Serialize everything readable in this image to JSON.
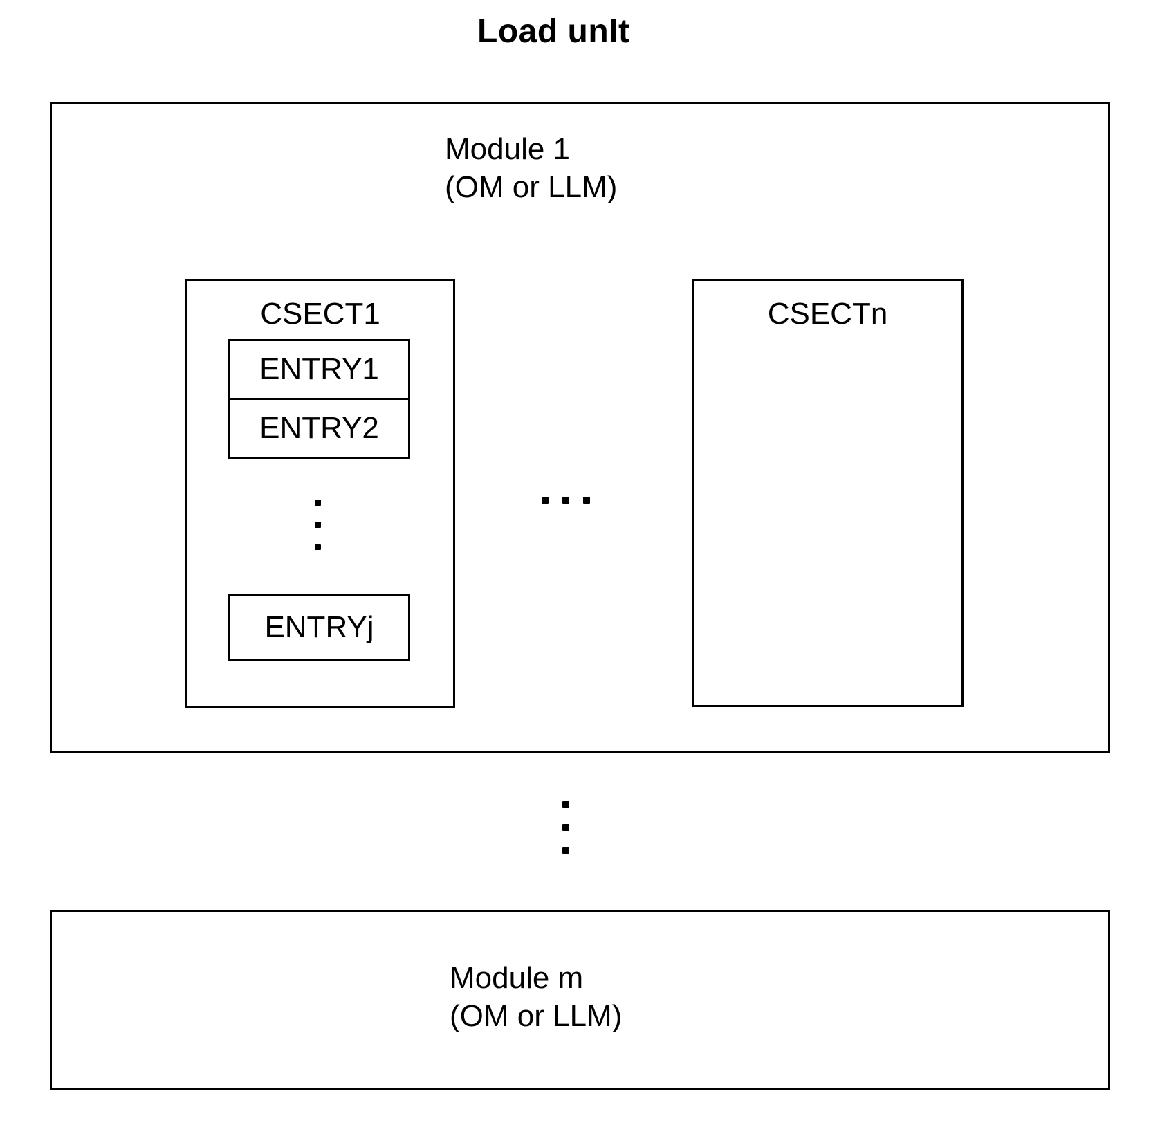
{
  "title": "Load unIt",
  "module1": {
    "name": "Module 1",
    "type": "(OM or LLM)",
    "csect1": {
      "label": "CSECT1",
      "entries": [
        "ENTRY1",
        "ENTRY2"
      ],
      "entry_j": "ENTRYj"
    },
    "csectn": {
      "label": "CSECTn"
    }
  },
  "module_m": {
    "name": "Module m",
    "type": "(OM or LLM)"
  },
  "icons": {
    "csect1_entries_ellipsis": "vertical-dots",
    "csect_row_ellipsis": "horizontal-dots",
    "between_modules_ellipsis": "vertical-dots"
  },
  "colors": {
    "ink": "#000000",
    "background": "#ffffff"
  }
}
